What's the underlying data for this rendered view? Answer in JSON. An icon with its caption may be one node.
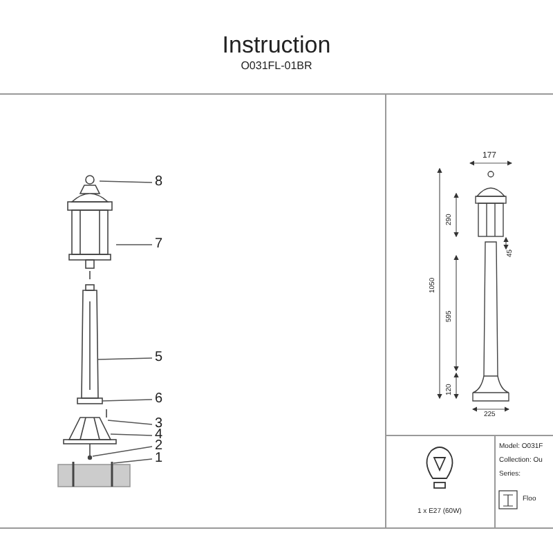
{
  "diagram": {
    "title": "Instruction",
    "nodes": [
      {
        "text": [
          "8"
        ]
      },
      {
        "text": [
          "7"
        ]
      },
      {
        "text": [
          "5"
        ]
      },
      {
        "text": [
          "6"
        ]
      },
      {
        "text": [
          "3"
        ]
      },
      {
        "text": [
          "4"
        ]
      },
      {
        "text": [
          "2"
        ]
      },
      {
        "text": [
          "1"
        ]
      }
    ],
    "edges": [
      {
        "from": 0,
        "to": null,
        "arrow": "none"
      },
      {
        "from": 1,
        "to": null,
        "arrow": "none"
      },
      {
        "from": 2,
        "to": null,
        "arrow": "none"
      },
      {
        "from": 3,
        "to": null,
        "arrow": "none"
      },
      {
        "from": 4,
        "to": null,
        "arrow": "none"
      },
      {
        "from": 5,
        "to": null,
        "arrow": "none"
      },
      {
        "from": 6,
        "to": null,
        "arrow": "none"
      },
      {
        "from": 7,
        "to": null,
        "arrow": "none"
      }
    ],
    "labels": [
      "O031FL-01BR",
      "177",
      "290",
      "45",
      "1050",
      "595",
      "120",
      "225",
      "1 x E27 (60W)",
      "Model: O031F",
      "Collection: Ou",
      "Series:",
      "Floo"
    ]
  }
}
